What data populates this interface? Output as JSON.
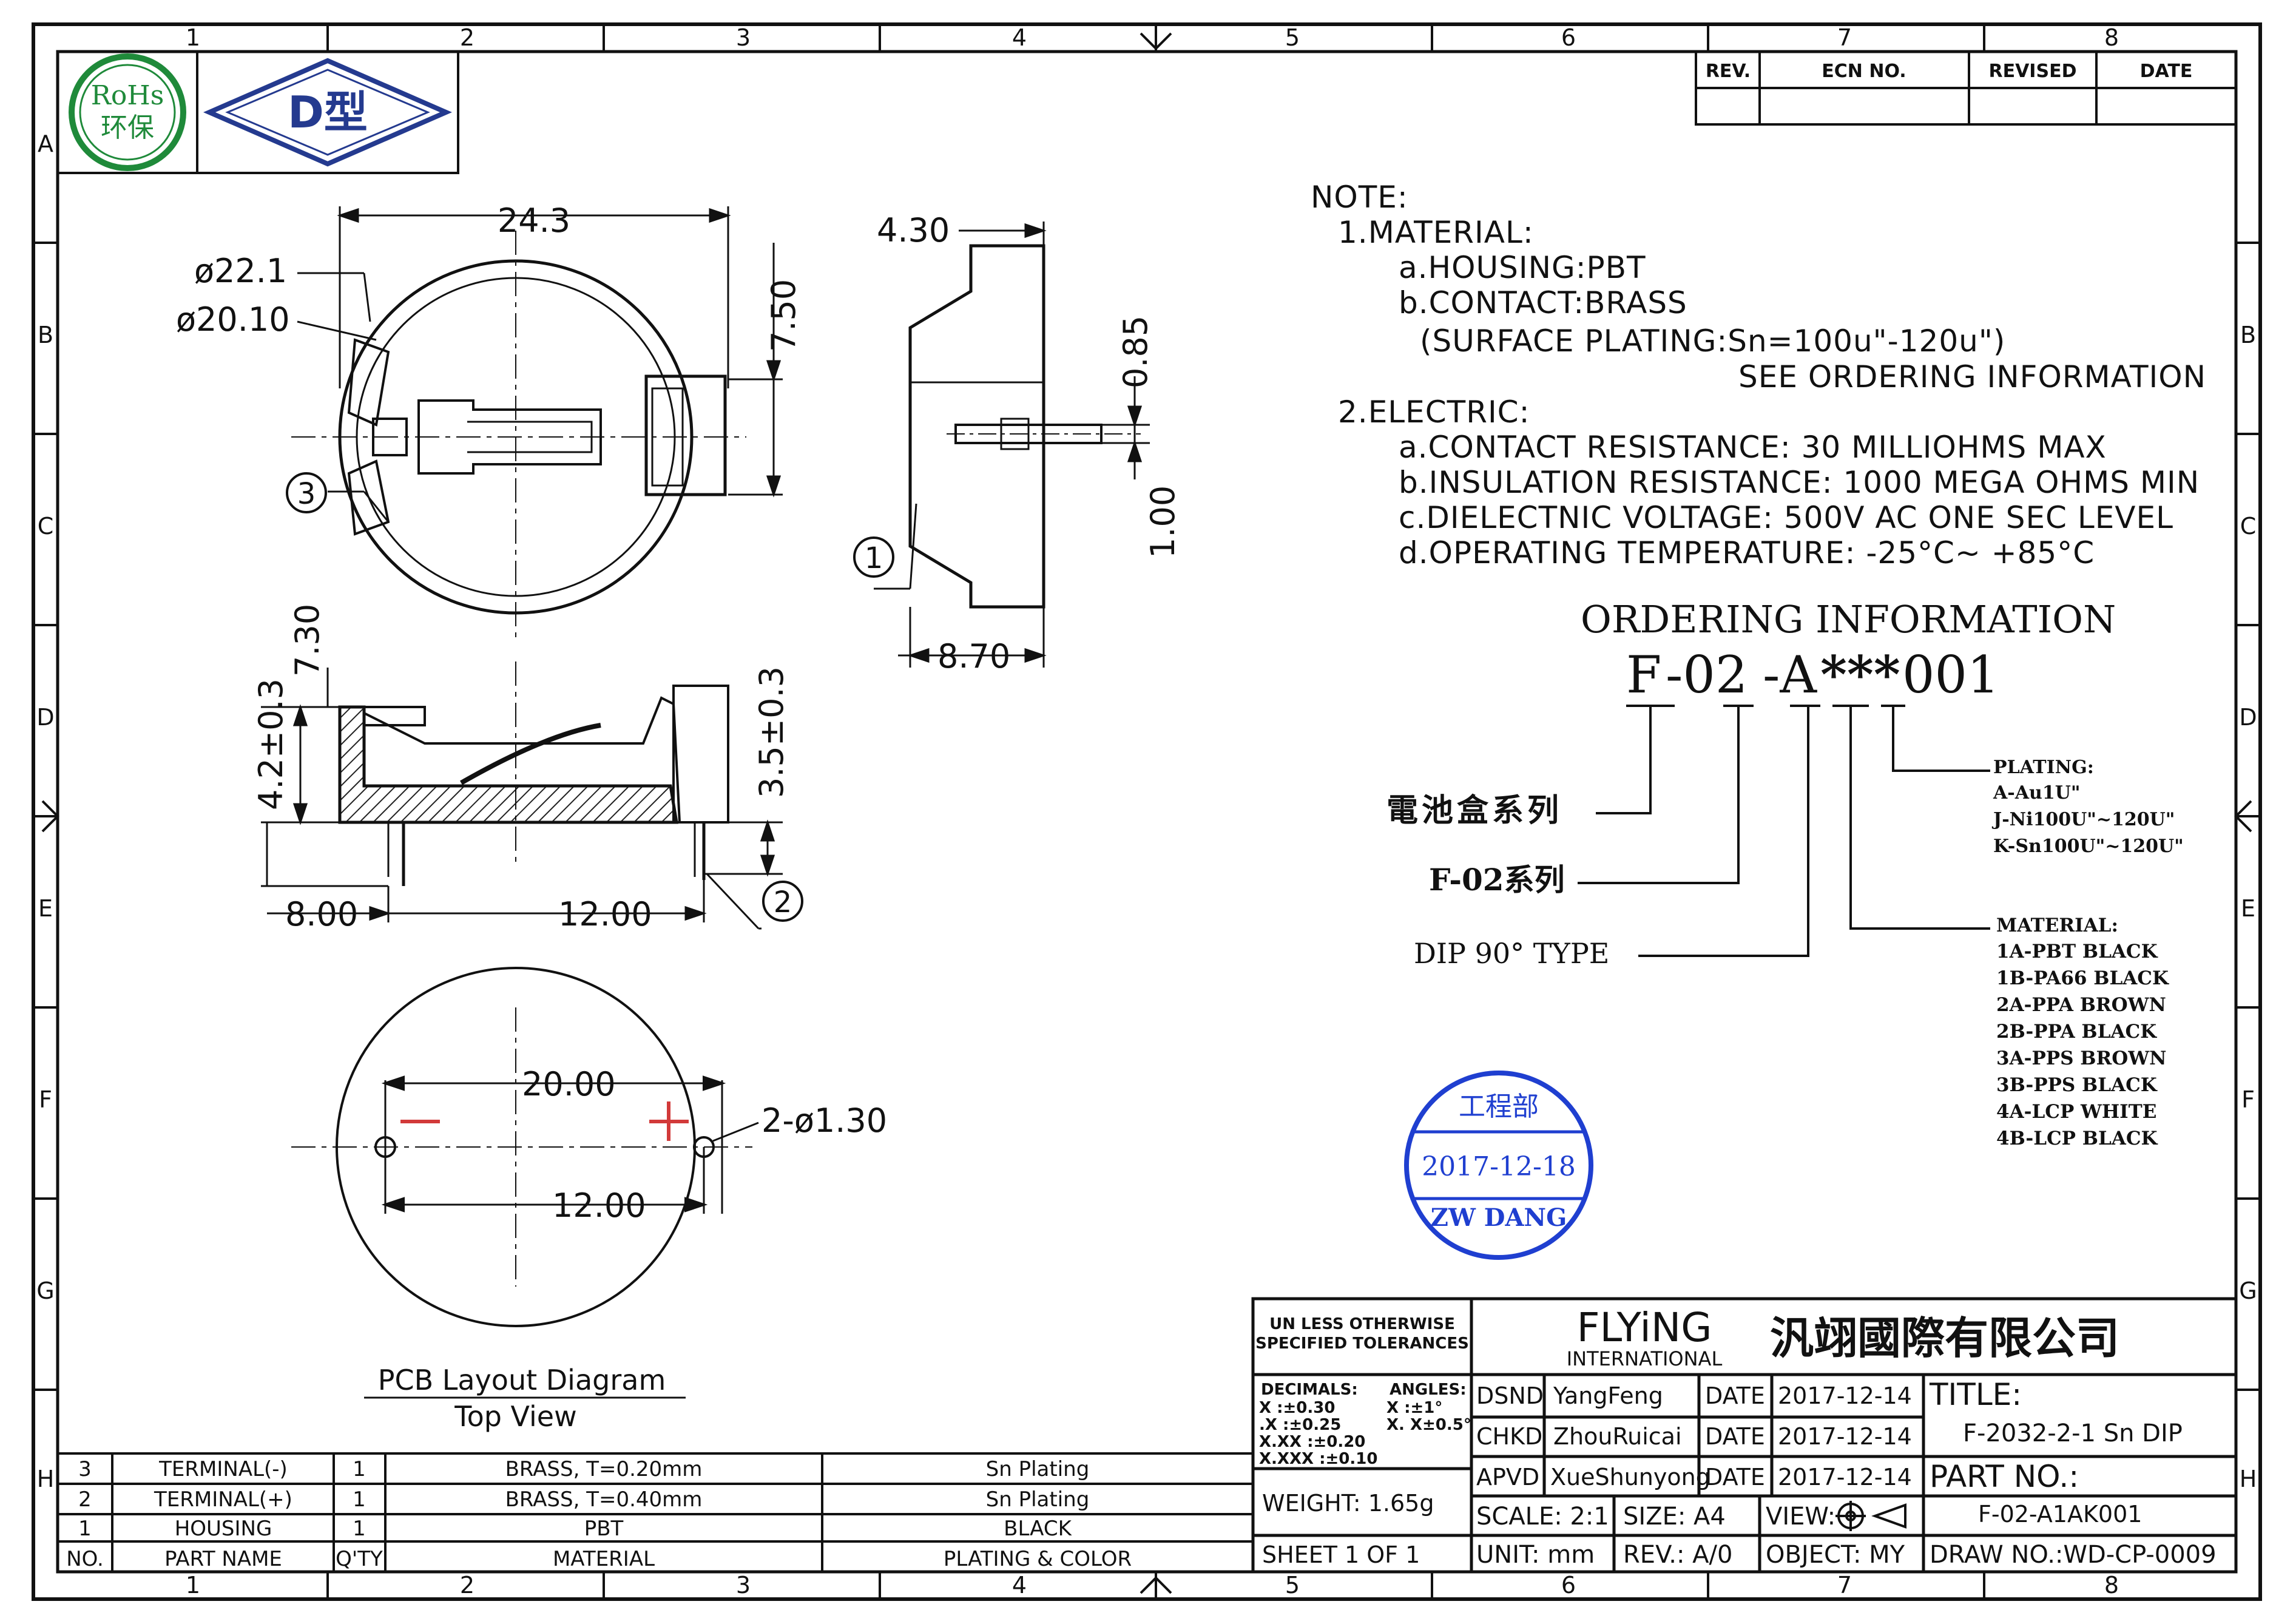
{
  "border": {
    "cols_top": [
      "1",
      "2",
      "3",
      "4",
      "5",
      "6",
      "7",
      "8"
    ],
    "cols_bottom": [
      "1",
      "2",
      "3",
      "4",
      "5",
      "6",
      "7",
      "8"
    ],
    "rows": [
      "A",
      "B",
      "C",
      "D",
      "E",
      "F",
      "G",
      "H"
    ]
  },
  "logos": {
    "rohs_line1": "RoHs",
    "rohs_line2": "环保",
    "dtype": "D型"
  },
  "revision_table": {
    "headers": [
      "REV.",
      "ECN NO.",
      "REVISED",
      "DATE"
    ]
  },
  "notes": {
    "title": "NOTE:",
    "lines": [
      "1.MATERIAL:",
      "a.HOUSING:PBT",
      "b.CONTACT:BRASS",
      "(SURFACE  PLATING:Sn=100u\"-120u\")",
      "SEE  ORDERING  INFORMATION",
      "2.ELECTRIC:",
      "a.CONTACT  RESISTANCE:  30  MILLIOHMS  MAX",
      "b.INSULATION  RESISTANCE:  1000  MEGA  OHMS  MIN",
      "c.DIELECTNIC  VOLTAGE:  500V  AC  ONE  SEC  LEVEL",
      "d.OPERATING  TEMPERATURE:  -25°C~  +85°C"
    ]
  },
  "ordering": {
    "title": "ORDERING  INFORMATION",
    "code_a": "F",
    "code_b": "-02",
    "code_c": "-A",
    "code_d": "***",
    "code_e": "001",
    "label_series_cn": "電池盒系列",
    "label_f02": "F-02系列",
    "label_dip": "DIP  90°   TYPE",
    "plating_title": "PLATING:",
    "plating_items": [
      "A-Au1U\"",
      "J-Ni100U\"~120U\"",
      "K-Sn100U\"~120U\""
    ],
    "material_title": "MATERIAL:",
    "material_items": [
      "1A-PBT BLACK",
      "1B-PA66 BLACK",
      "2A-PPA BROWN",
      "2B-PPA BLACK",
      "3A-PPS BROWN",
      "3B-PPS BLACK",
      "4A-LCP WHITE",
      "4B-LCP BLACK"
    ]
  },
  "stamp": {
    "dept": "工程部",
    "date": "2017-12-18",
    "name": "ZW DANG"
  },
  "dimensions": {
    "top_width": "24.3",
    "dia_outer": "ø22.1",
    "dia_inner": "ø20.10",
    "height_750": "7.50",
    "callout_3": "3",
    "side_430": "4.30",
    "side_085": "0.85",
    "side_100": "1.00",
    "side_870": "8.70",
    "callout_1": "1",
    "front_730": "7.30",
    "front_42": "4.2±0.3",
    "front_35": "3.5±0.3",
    "front_800": "8.00",
    "front_1200": "12.00",
    "callout_2": "2",
    "pcb_2000": "20.00",
    "pcb_1200": "12.00",
    "pcb_holes": "2-ø1.30",
    "pcb_minus": "—",
    "pcb_plus": "+",
    "pcb_title": "PCB Layout Diagram",
    "pcb_sub": "Top View"
  },
  "bom": {
    "headers": [
      "NO.",
      "PART NAME",
      "Q'TY",
      "MATERIAL",
      "PLATING & COLOR"
    ],
    "rows": [
      [
        "3",
        "TERMINAL(-)",
        "1",
        "BRASS,  T=0.20mm",
        "Sn  Plating"
      ],
      [
        "2",
        "TERMINAL(+)",
        "1",
        "BRASS,  T=0.40mm",
        "Sn  Plating"
      ],
      [
        "1",
        "HOUSING",
        "1",
        "PBT",
        "BLACK"
      ]
    ]
  },
  "titleblock": {
    "tol_title_1": "UN  LESS OTHERWISE",
    "tol_title_2": "SPECIFIED  TOLERANCES",
    "decimals_label": "DECIMALS:",
    "angles_label": "ANGLES:",
    "tol_lines": [
      "X    :±0.30",
      "  .X   :±0.25",
      "X.XX  :±0.20",
      "X.XXX :±0.10"
    ],
    "ang_lines": [
      "X    :±1°",
      "X. X±0.5°"
    ],
    "weight": "WEIGHT:  1.65g",
    "sheet": "SHEET  1  OF  1",
    "company_en": "FLYiNG",
    "company_en_sub": "INTERNATIONAL",
    "company_cn": "汎翊國際有限公司",
    "dsnd_label": "DSND",
    "dsnd_name": "YangFeng",
    "chkd_label": "CHKD",
    "chkd_name": "ZhouRuicai",
    "apvd_label": "APVD",
    "apvd_name": "XueShunyong",
    "date_label": "DATE",
    "date_1": "2017-12-14",
    "date_2": "2017-12-14",
    "date_3": "2017-12-14",
    "title_label": "TITLE:",
    "title_value": "F-2032-2-1  Sn  DIP",
    "partno_label": "PART  NO.:",
    "partno_value": "F-02-A1AK001",
    "scale": "SCALE:  2:1",
    "size": "SIZE:  A4",
    "view": "VIEW:",
    "unit": "UNIT:  mm",
    "rev": "REV.:  A/0",
    "object": "OBJECT:  MY",
    "drawno": "DRAW  NO.:WD-CP-0009"
  }
}
